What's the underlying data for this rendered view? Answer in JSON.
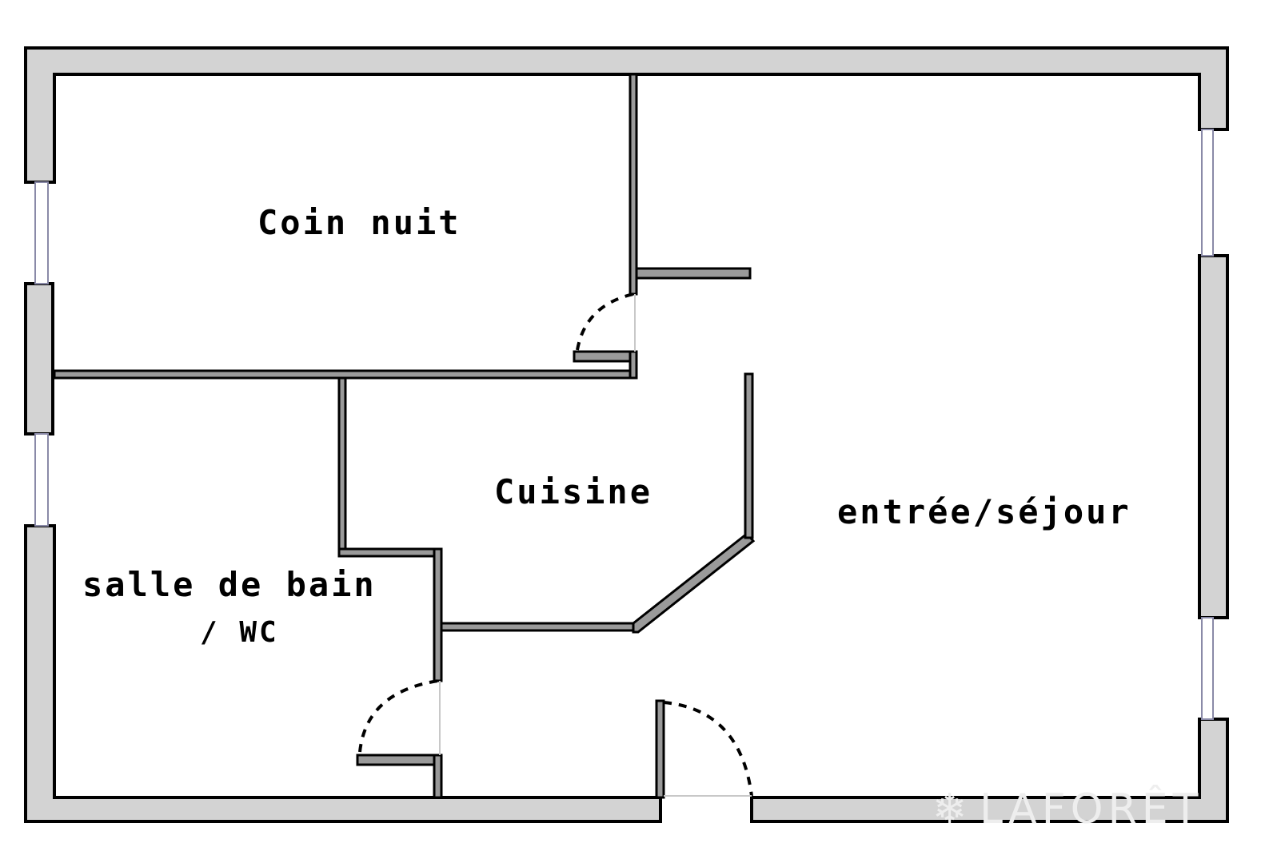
{
  "rooms": {
    "coin_nuit": "Coin nuit",
    "cuisine": "Cuisine",
    "entree_sejour": "entrée/séjour",
    "salle_de_bain_line1": "salle de bain",
    "salle_de_bain_line2": "/ WC"
  },
  "watermark": "LAFORÊT",
  "colors": {
    "wall_fill": "#d3d3d3",
    "partition_fill": "#9a9a9a",
    "line": "#000000",
    "window_glass": "#8a8aa8"
  }
}
